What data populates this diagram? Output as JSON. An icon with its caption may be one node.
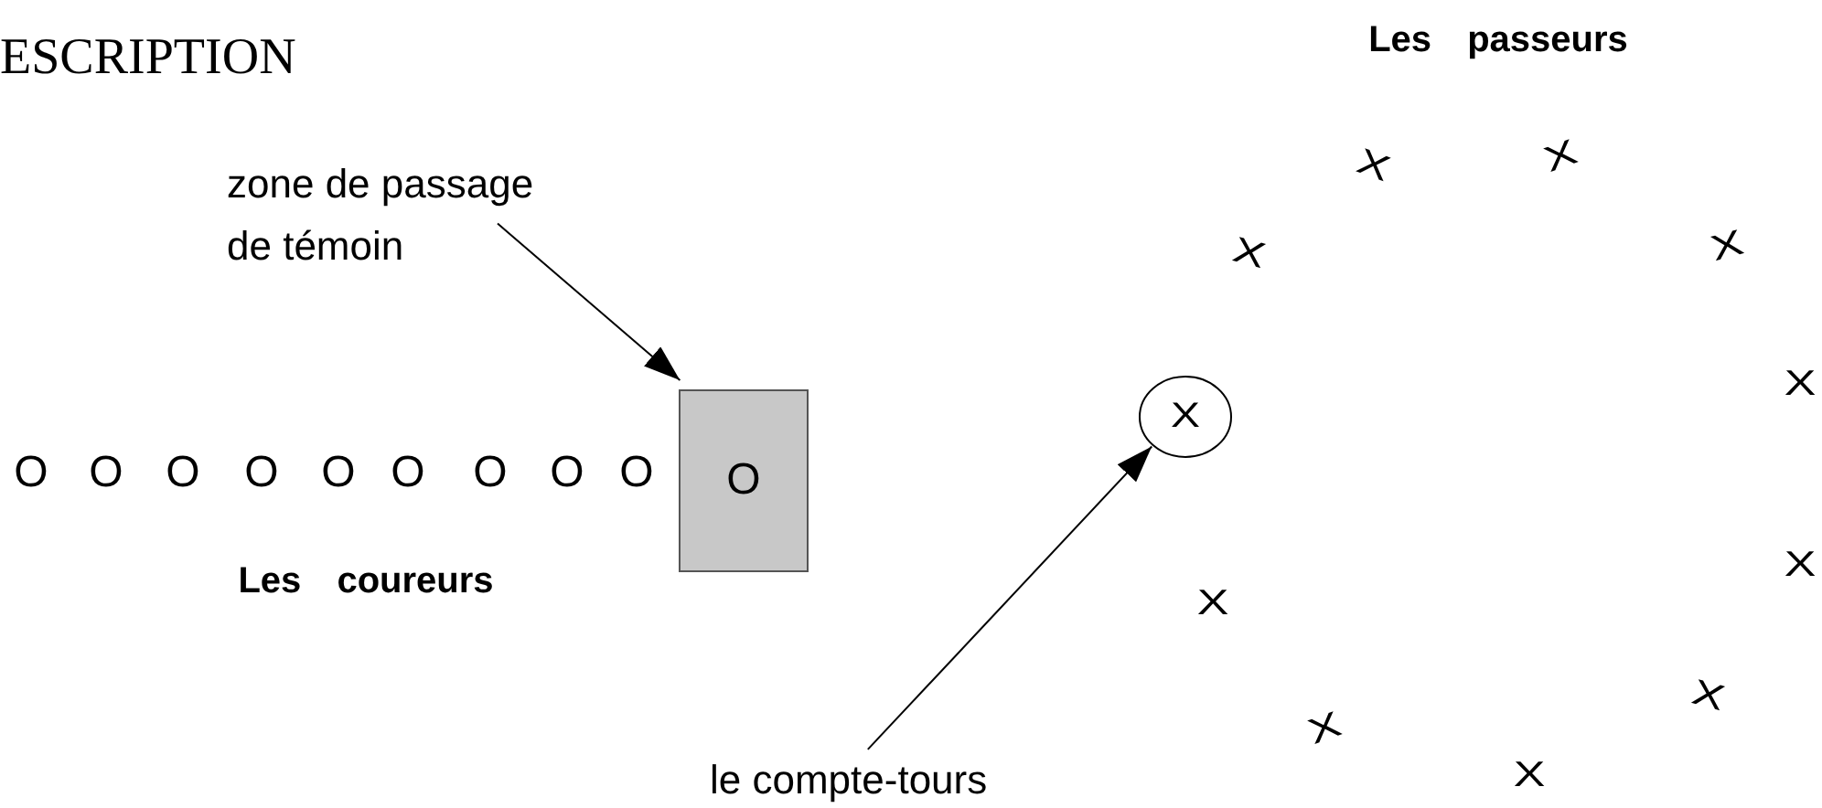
{
  "diagram": {
    "title": "ESCRIPTION",
    "nodes": [
      {
        "text": [
          "zone de passage de témoin"
        ]
      },
      {
        "text": [
          "O"
        ]
      },
      {
        "text": [
          "le compte-tours"
        ]
      },
      {
        "text": [
          "X"
        ]
      }
    ],
    "edges": [
      {
        "from": 0,
        "to": 1,
        "arrow": "to"
      },
      {
        "from": 2,
        "to": 3,
        "arrow": "to"
      }
    ],
    "labels": [
      "Les passeurs",
      "X",
      "X",
      "X",
      "X",
      "X",
      "O",
      "O",
      "O",
      "O",
      "O",
      "O",
      "O",
      "O",
      "O",
      "X",
      "Les coureurs",
      "X",
      "X",
      "X",
      "X"
    ]
  }
}
